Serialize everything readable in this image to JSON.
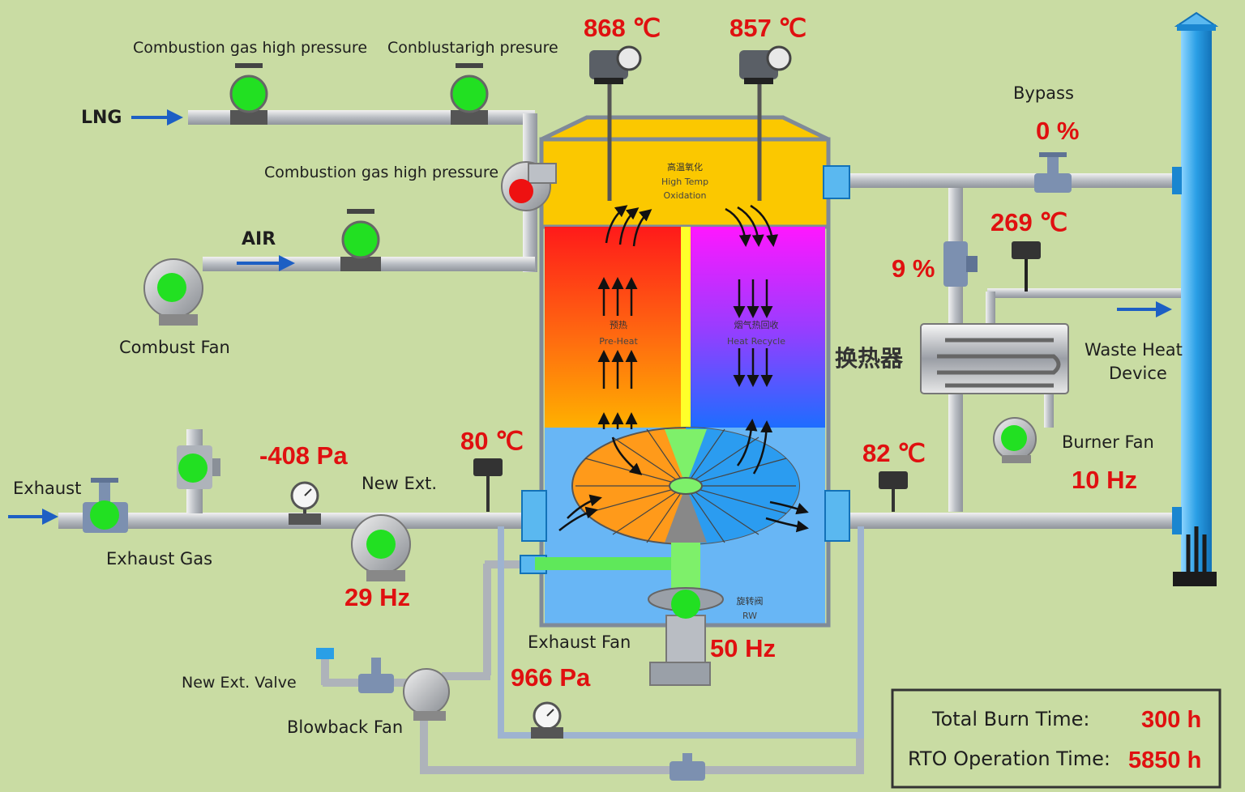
{
  "labels": {
    "lng": "LNG",
    "air": "AIR",
    "gas_high_pressure_1": "Combustion gas high pressure",
    "gas_high_pressure_2": "Conblustarigh presure",
    "gas_high_pressure_3": "Combustion gas high pressure",
    "combust_fan": "Combust Fan",
    "bypass": "Bypass",
    "heat_exchanger": "换热器",
    "waste_heat_device_1": "Waste Heat",
    "waste_heat_device_2": "Device",
    "burner_fan": "Burner Fan",
    "exhaust": "Exhaust",
    "exhaust_gas": "Exhaust Gas",
    "new_ext": "New Ext.",
    "exhaust_fan": "Exhaust Fan",
    "new_ext_valve": "New Ext. Valve",
    "blowback_fan": "Blowback Fan"
  },
  "chamber": {
    "oxidation_cn": "高温氧化",
    "oxidation_en_1": "High Temp",
    "oxidation_en_2": "Oxidation",
    "preheat_cn": "预热",
    "preheat_en": "Pre-Heat",
    "recycle_cn": "烟气热回收",
    "recycle_en": "Heat Recycle",
    "rotary_cn": "旋转阀",
    "rotary_en": "RW"
  },
  "readings": {
    "temp_top_left": "868 ℃",
    "temp_top_right": "857 ℃",
    "bypass_open": "0 %",
    "bypass_branch_open": "9 %",
    "temp_exchanger": "269 ℃",
    "temp_inlet": "80 ℃",
    "temp_outlet": "82 ℃",
    "exhaust_pressure": "-408 Pa",
    "new_ext_fan_freq": "29 Hz",
    "exhaust_fan_freq": "50 Hz",
    "exhaust_fan_pressure": "966 Pa",
    "burner_fan_freq": "10 Hz"
  },
  "summary": {
    "total_burn_label": "Total Burn Time:",
    "total_burn_value": "300 h",
    "rto_label": "RTO Operation Time:",
    "rto_value": "5850 h"
  },
  "colors": {
    "background": "#c9dca3",
    "status_on": "#22e022",
    "status_alarm": "#ee1111",
    "value_text": "#e01010",
    "stack": "#2a9fe6"
  }
}
